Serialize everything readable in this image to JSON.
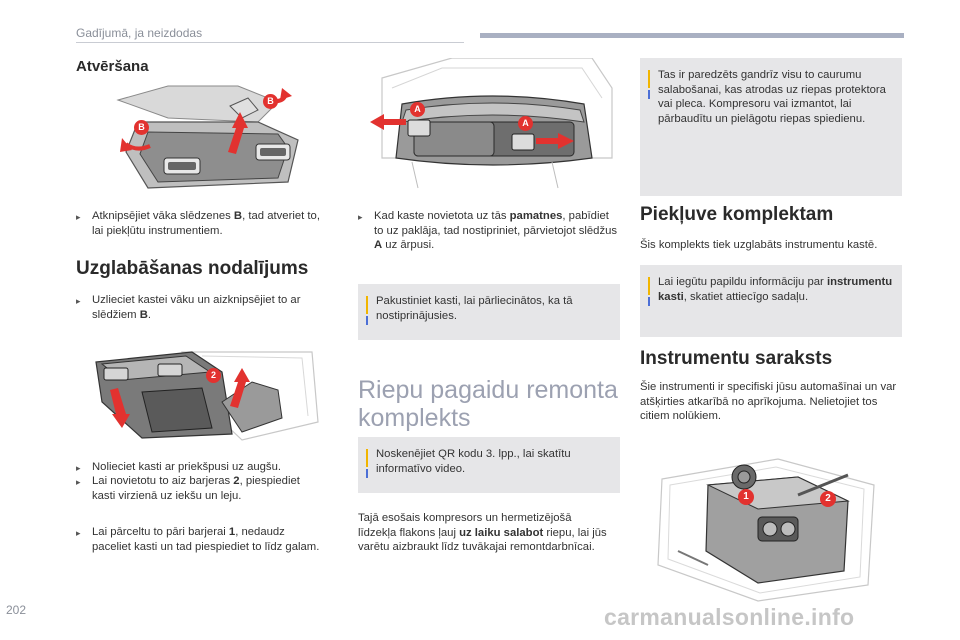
{
  "header": {
    "title": "Gadījumā, ja neizdodas"
  },
  "footer": {
    "page_number": "202",
    "watermark": "carmanualsonline.info"
  },
  "col1": {
    "h_open": "Atvēršana",
    "fig1": {
      "label_b1": "B",
      "label_b2": "B"
    },
    "open_bullet_a": "Atknipsējiet vāka slēdzenes ",
    "open_bullet_b": "B",
    "open_bullet_c": ", tad atveriet to, lai piekļūtu instrumentiem.",
    "h_storage": "Uzglabāšanas nodalījums",
    "store_bullet_a": "Uzlieciet kastei vāku un aizknipsējiet to ar slēdžiem ",
    "store_bullet_b": "B",
    "store_bullet_c": ".",
    "fig2": {
      "label_2": "2"
    },
    "bullet_tilt": "Nolieciet kasti ar priekšpusi uz augšu.",
    "bullet_place_a": "Lai novietotu to aiz barjeras ",
    "bullet_place_b": "2",
    "bullet_place_c": ", piespiediet kasti virzienā uz iekšu un leju.",
    "bullet_lift_a": "Lai pārceltu to pāri barjerai ",
    "bullet_lift_b": "1",
    "bullet_lift_c": ", nedaudz paceliet kasti un tad piespiediet to līdz galam."
  },
  "col2": {
    "fig3": {
      "label_a1": "A",
      "label_a2": "A"
    },
    "bullet_a": "Kad kaste novietota uz tās ",
    "bullet_b": "pamatnes",
    "bullet_c": ", pabīdiet to uz paklāja, tad nostipriniet, pārvietojot slēdžus ",
    "bullet_d": "A",
    "bullet_e": " uz ārpusi.",
    "tip1": "Pakustiniet kasti, lai pārliecinātos, ka tā nostiprinājusies.",
    "h_kit_1": "Riepu pagaidu remonta",
    "h_kit_2": "komplekts",
    "tip2": "Noskenējiet QR kodu 3. lpp., lai skatītu informatīvo video.",
    "p_a": "Tajā esošais kompresors un hermetizējošā līdzekļa flakons ļauj ",
    "p_b": "uz laiku salabot",
    "p_c": " riepu, lai jūs varētu aizbraukt līdz tuvākajai remontdarbnīcai."
  },
  "col3": {
    "tip_top": "Tas ir paredzēts gandrīz visu to caurumu salabošanai, kas atrodas uz riepas protektora vai pleca. Kompresoru vai izmantot, lai pārbaudītu un pielāgotu riepas spiedienu.",
    "h_access": "Piekļuve komplektam",
    "p_access": "Šis komplekts tiek uzglabāts instrumentu kastē.",
    "tip_info_a": "Lai iegūtu papildu informāciju par ",
    "tip_info_b": "instrumentu kasti",
    "tip_info_c": ", skatiet attiecīgo sadaļu.",
    "h_list": "Instrumentu saraksts",
    "p_list": "Šie instrumenti ir specifiski jūsu automašīnai un var atšķirties atkarībā no aprīkojuma. Nelietojiet tos citiem nolūkiem.",
    "fig4": {
      "label_1": "1",
      "label_2": "2"
    }
  },
  "colors": {
    "callout_red": "#e2322f",
    "tip_yellow": "#f1b500",
    "tip_blue": "#4c6fd6",
    "tip_bg": "#e6e6e8"
  }
}
